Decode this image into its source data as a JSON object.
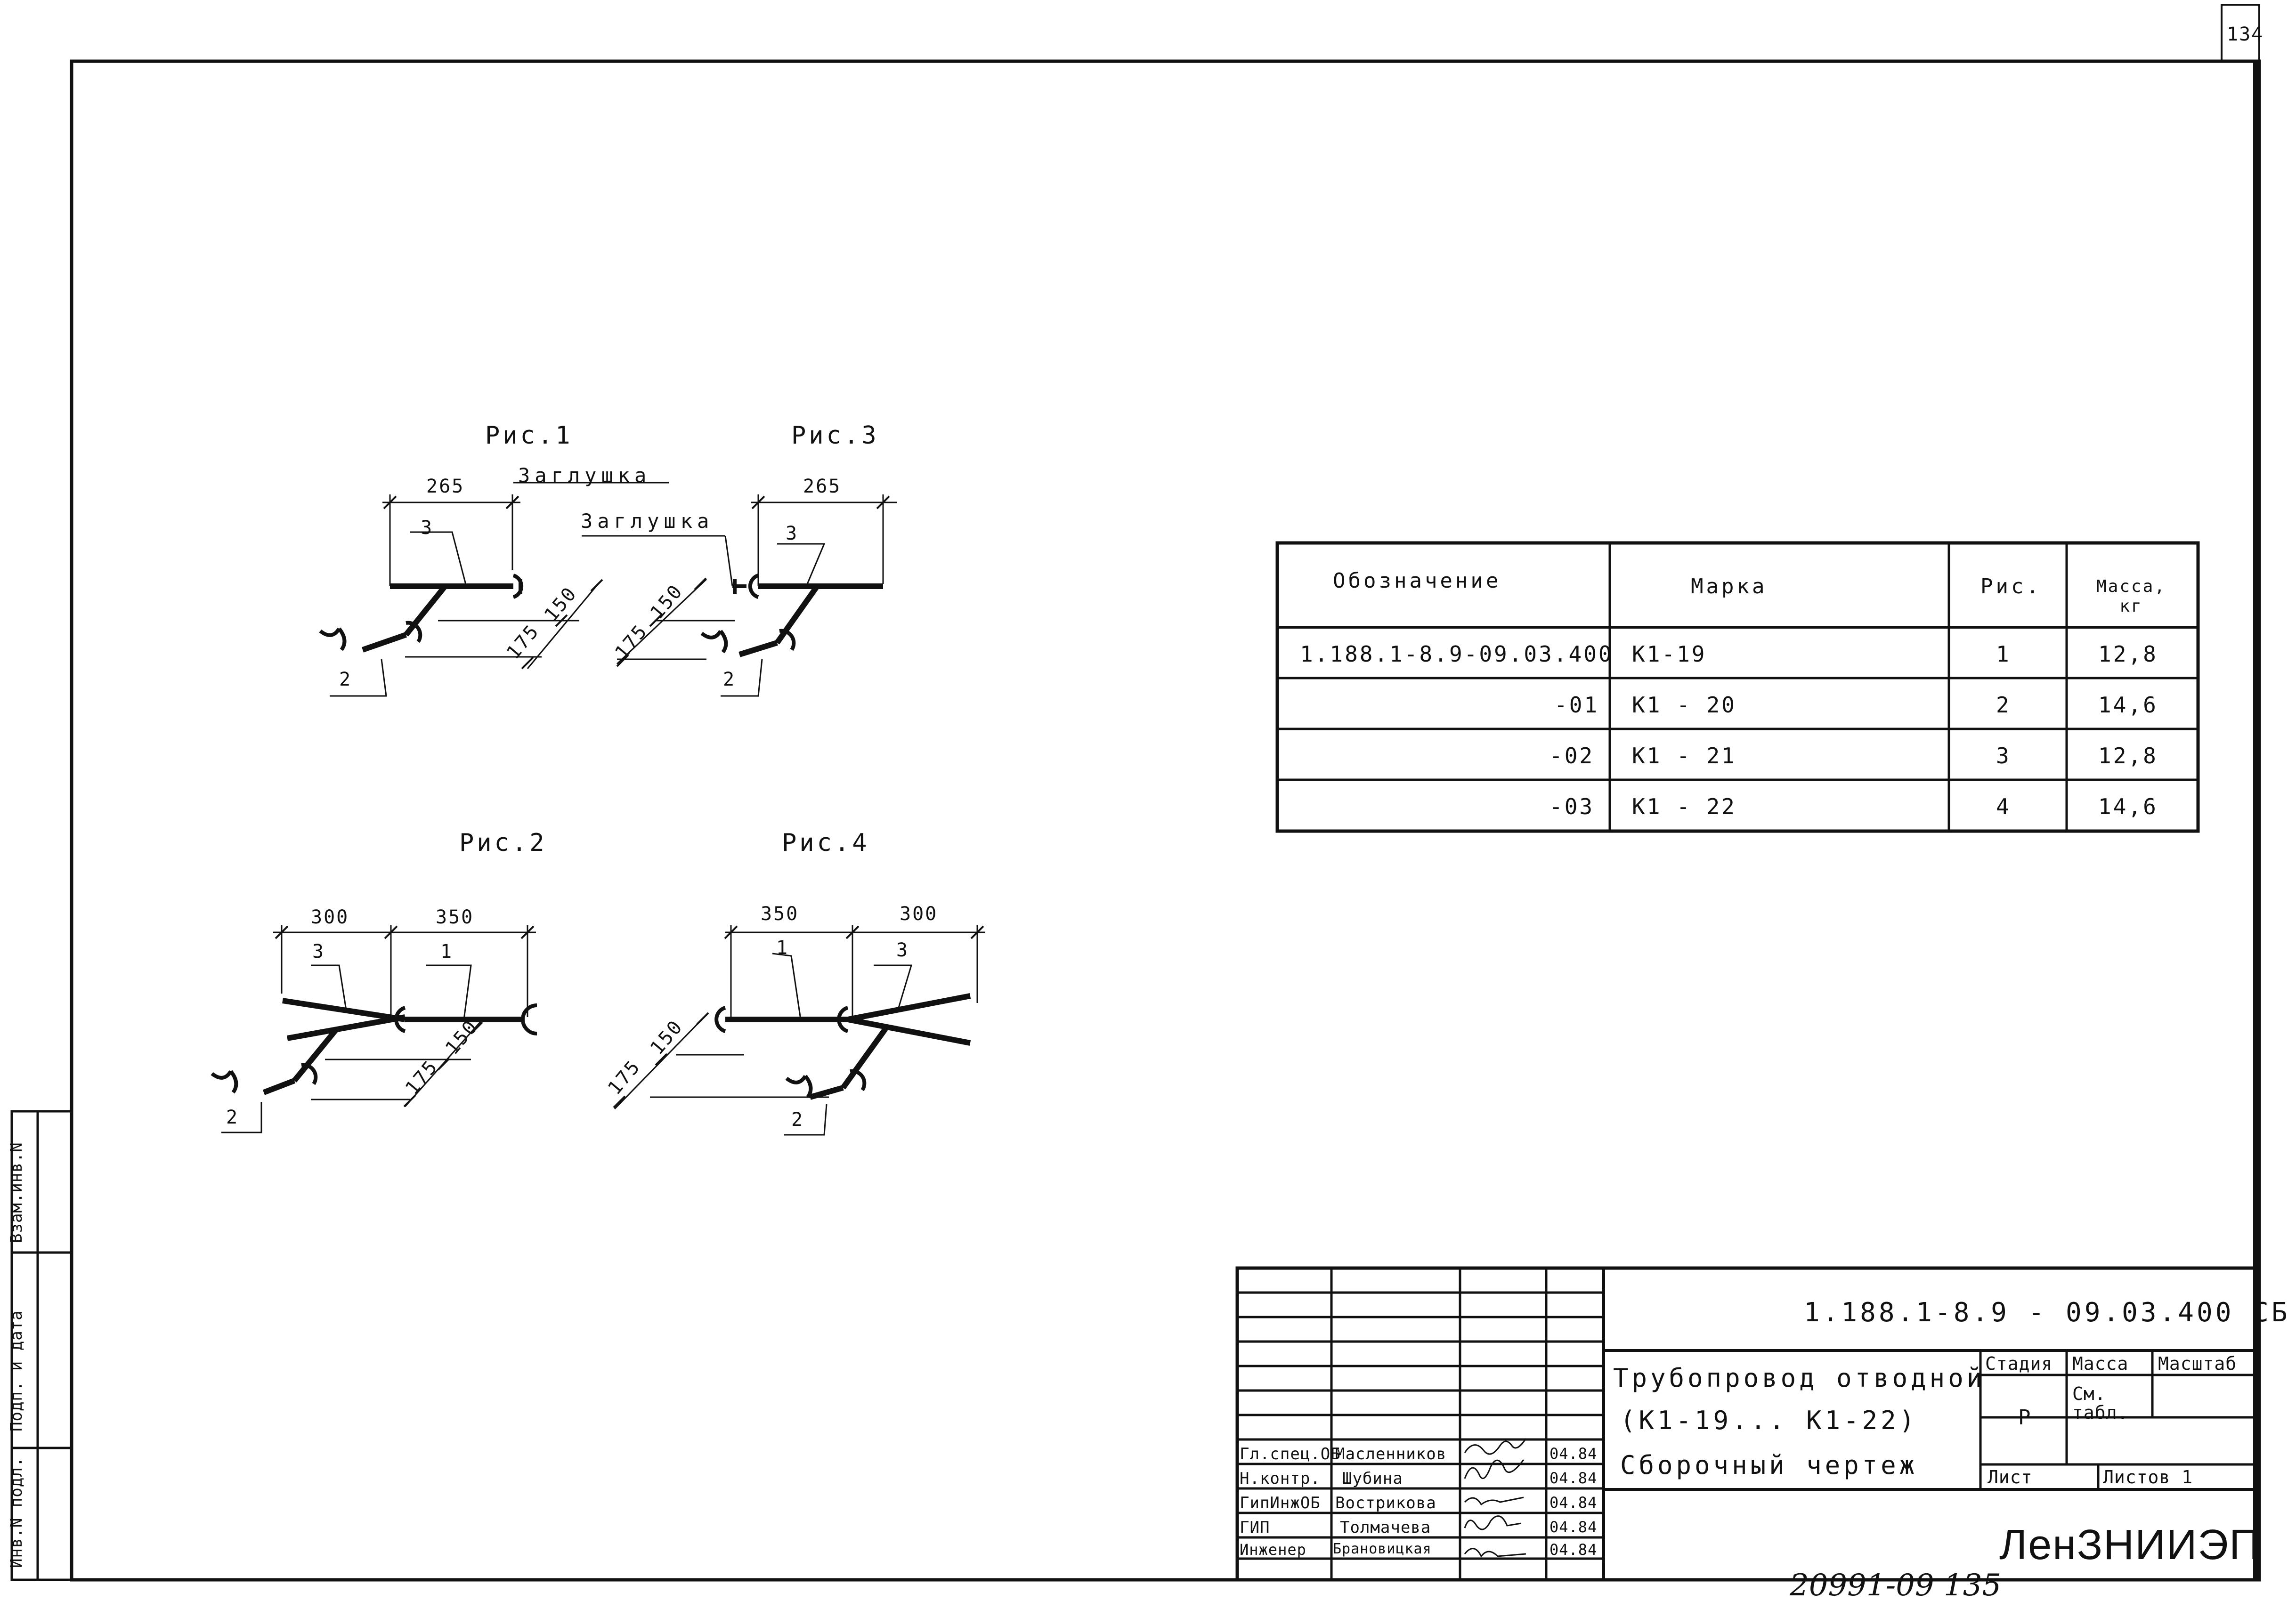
{
  "sheet": {
    "page_number": "134",
    "archive_number": "20991-09 135"
  },
  "figures": {
    "fig1": {
      "caption": "Рис.1",
      "dim1": "265",
      "pos3": "3",
      "pos2": "2",
      "d150": "150",
      "d175": "175",
      "plug": "Заглушка"
    },
    "fig3": {
      "caption": "Рис.3",
      "dim1": "265",
      "pos3": "3",
      "pos2": "2",
      "d150": "150",
      "d175": "175",
      "plug": "Заглушка"
    },
    "fig2": {
      "caption": "Рис.2",
      "dim_a": "300",
      "dim_b": "350",
      "pos3": "3",
      "pos1": "1",
      "pos2": "2",
      "d150": "150",
      "d175": "175"
    },
    "fig4": {
      "caption": "Рис.4",
      "dim_a": "350",
      "dim_b": "300",
      "pos1": "1",
      "pos3": "3",
      "pos2": "2",
      "d150": "150",
      "d175": "175"
    }
  },
  "table": {
    "headers": [
      "Обозначение",
      "Марка",
      "Рис.",
      "Масса, кг"
    ],
    "rows": [
      [
        "1.188.1-8.9-09.03.400",
        "К1-19",
        "1",
        "12,8"
      ],
      [
        "-01",
        "К1 - 20",
        "2",
        "14,6"
      ],
      [
        "-02",
        "К1 - 21",
        "3",
        "12,8"
      ],
      [
        "-03",
        "К1 - 22",
        "4",
        "14,6"
      ]
    ]
  },
  "title_block": {
    "doc_code": "1.188.1-8.9 - 09.03.400 СБ",
    "title_line1": "Трубопровод отводной",
    "title_line2": "(К1-19... К1-22)",
    "title_line3": "Сборочный чертеж",
    "stage_header": "Стадия",
    "mass_header": "Масса",
    "scale_header": "Масштаб",
    "stage_value": "Р",
    "mass_value": "См. табл.",
    "sheet_label": "Лист",
    "sheets_label": "Листов 1",
    "organization": "ЛенЗНИИЭП",
    "signatures": [
      {
        "role": "Гл.спец.ОБ",
        "name": "Масленников",
        "date": "04.84"
      },
      {
        "role": "Н.контр.",
        "name": "Шубина",
        "date": "04.84"
      },
      {
        "role": "ГипИнжОБ",
        "name": "Вострикова",
        "date": "04.84"
      },
      {
        "role": "ГИП",
        "name": "Толмачева",
        "date": "04.84"
      },
      {
        "role": "Инженер",
        "name": "Брановицкая",
        "date": "04.84"
      }
    ]
  },
  "side_stamp": [
    "Инв.N подл.",
    "Подп. и дата",
    "Взам.инв.N"
  ]
}
